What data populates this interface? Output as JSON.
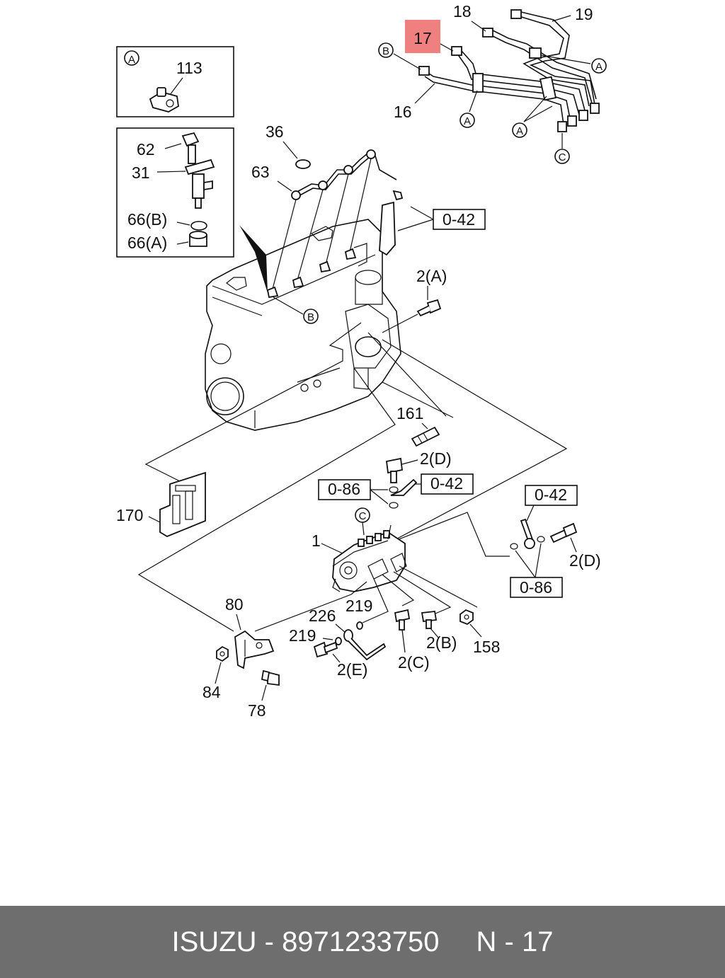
{
  "diagram": {
    "highlight_color": "#f08080",
    "highlighted_callout": "17",
    "part_labels": {
      "p18": "18",
      "p19": "19",
      "p17": "17",
      "p16": "16",
      "p113": "113",
      "p62": "62",
      "p31": "31",
      "p66b": "66(B)",
      "p66a": "66(A)",
      "p36": "36",
      "p63": "63",
      "p2a": "2(A)",
      "p161": "161",
      "p2d_top": "2(D)",
      "p170": "170",
      "p1": "1",
      "p2d_right": "2(D)",
      "p80": "80",
      "p226": "226",
      "p219_right": "219",
      "p219_left": "219",
      "p2b": "2(B)",
      "p158": "158",
      "p2c": "2(C)",
      "p2e": "2(E)",
      "p84": "84",
      "p78": "78"
    },
    "boxed_refs": {
      "r042_top": "0-42",
      "r086_left": "0-86",
      "r042_mid": "0-42",
      "r042_right": "0-42",
      "r086_right": "0-86"
    },
    "circle_markers": {
      "a_box": "A",
      "b_top": "B",
      "a_right": "A",
      "a_mid": "A",
      "a_lower": "A",
      "c_top": "C",
      "b_engine": "B",
      "c_pump": "C"
    }
  },
  "footer": {
    "brand": "ISUZU - 8971233750",
    "page": "N - 17",
    "background": "#6e6e6e"
  }
}
